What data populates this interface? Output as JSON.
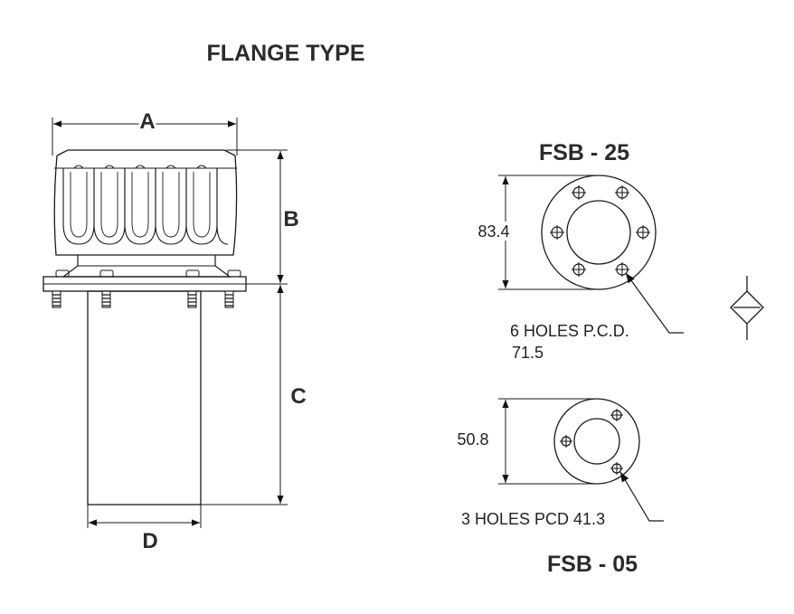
{
  "title": "FLANGE TYPE",
  "dimensions": {
    "a": "A",
    "b": "B",
    "c": "C",
    "d": "D"
  },
  "fsb25": {
    "label": "FSB - 25",
    "height": "83.4",
    "holes_line1": "6 HOLES P.C.D.",
    "holes_line2": "71.5"
  },
  "fsb05": {
    "label": "FSB - 05",
    "height": "50.8",
    "holes": "3 HOLES PCD 41.3"
  }
}
